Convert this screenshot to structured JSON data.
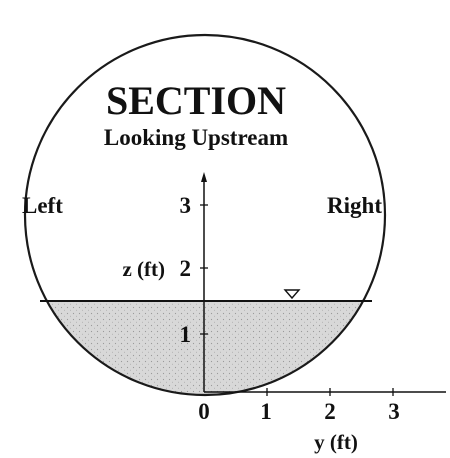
{
  "title": "SECTION",
  "subtitle": "Looking Upstream",
  "left_label": "Left",
  "right_label": "Right",
  "z_axis_label": "z (ft)",
  "y_axis_label": "y (ft)",
  "z_ticks": [
    "1",
    "2",
    "3"
  ],
  "y_ticks": [
    "0",
    "1",
    "2",
    "3"
  ],
  "water_depth_ft": 1.5,
  "colors": {
    "ink": "#111111",
    "water": "#d6d6d6"
  }
}
